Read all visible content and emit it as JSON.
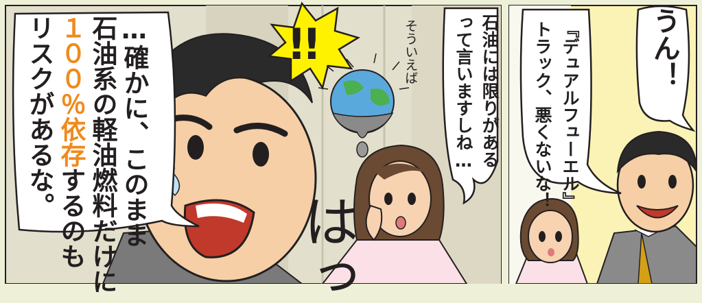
{
  "panel_left": {
    "speech_main": {
      "line1": "…確かに、このまま",
      "line2": "石油系の軽油燃料だけに",
      "line3_highlight": "１００％依存",
      "line3_rest": "するのも",
      "line4": "リスクがあるな。"
    },
    "exclamation": "!!",
    "sfx": "はっ",
    "aside": "そういえば",
    "speech_woman": {
      "line1": "石油には限りがある",
      "line2": "って言いますしね…"
    }
  },
  "panel_right": {
    "speech_shout": "うん！",
    "speech_man": {
      "line1": "『デュアルフューエル』",
      "line2": "トラック、悪くないな！"
    }
  },
  "colors": {
    "highlight": "#f08a1c",
    "burst": "#fff200",
    "panel_bg_right": "#fbf3b6",
    "panel_bg_left": "#e6e2d0"
  }
}
